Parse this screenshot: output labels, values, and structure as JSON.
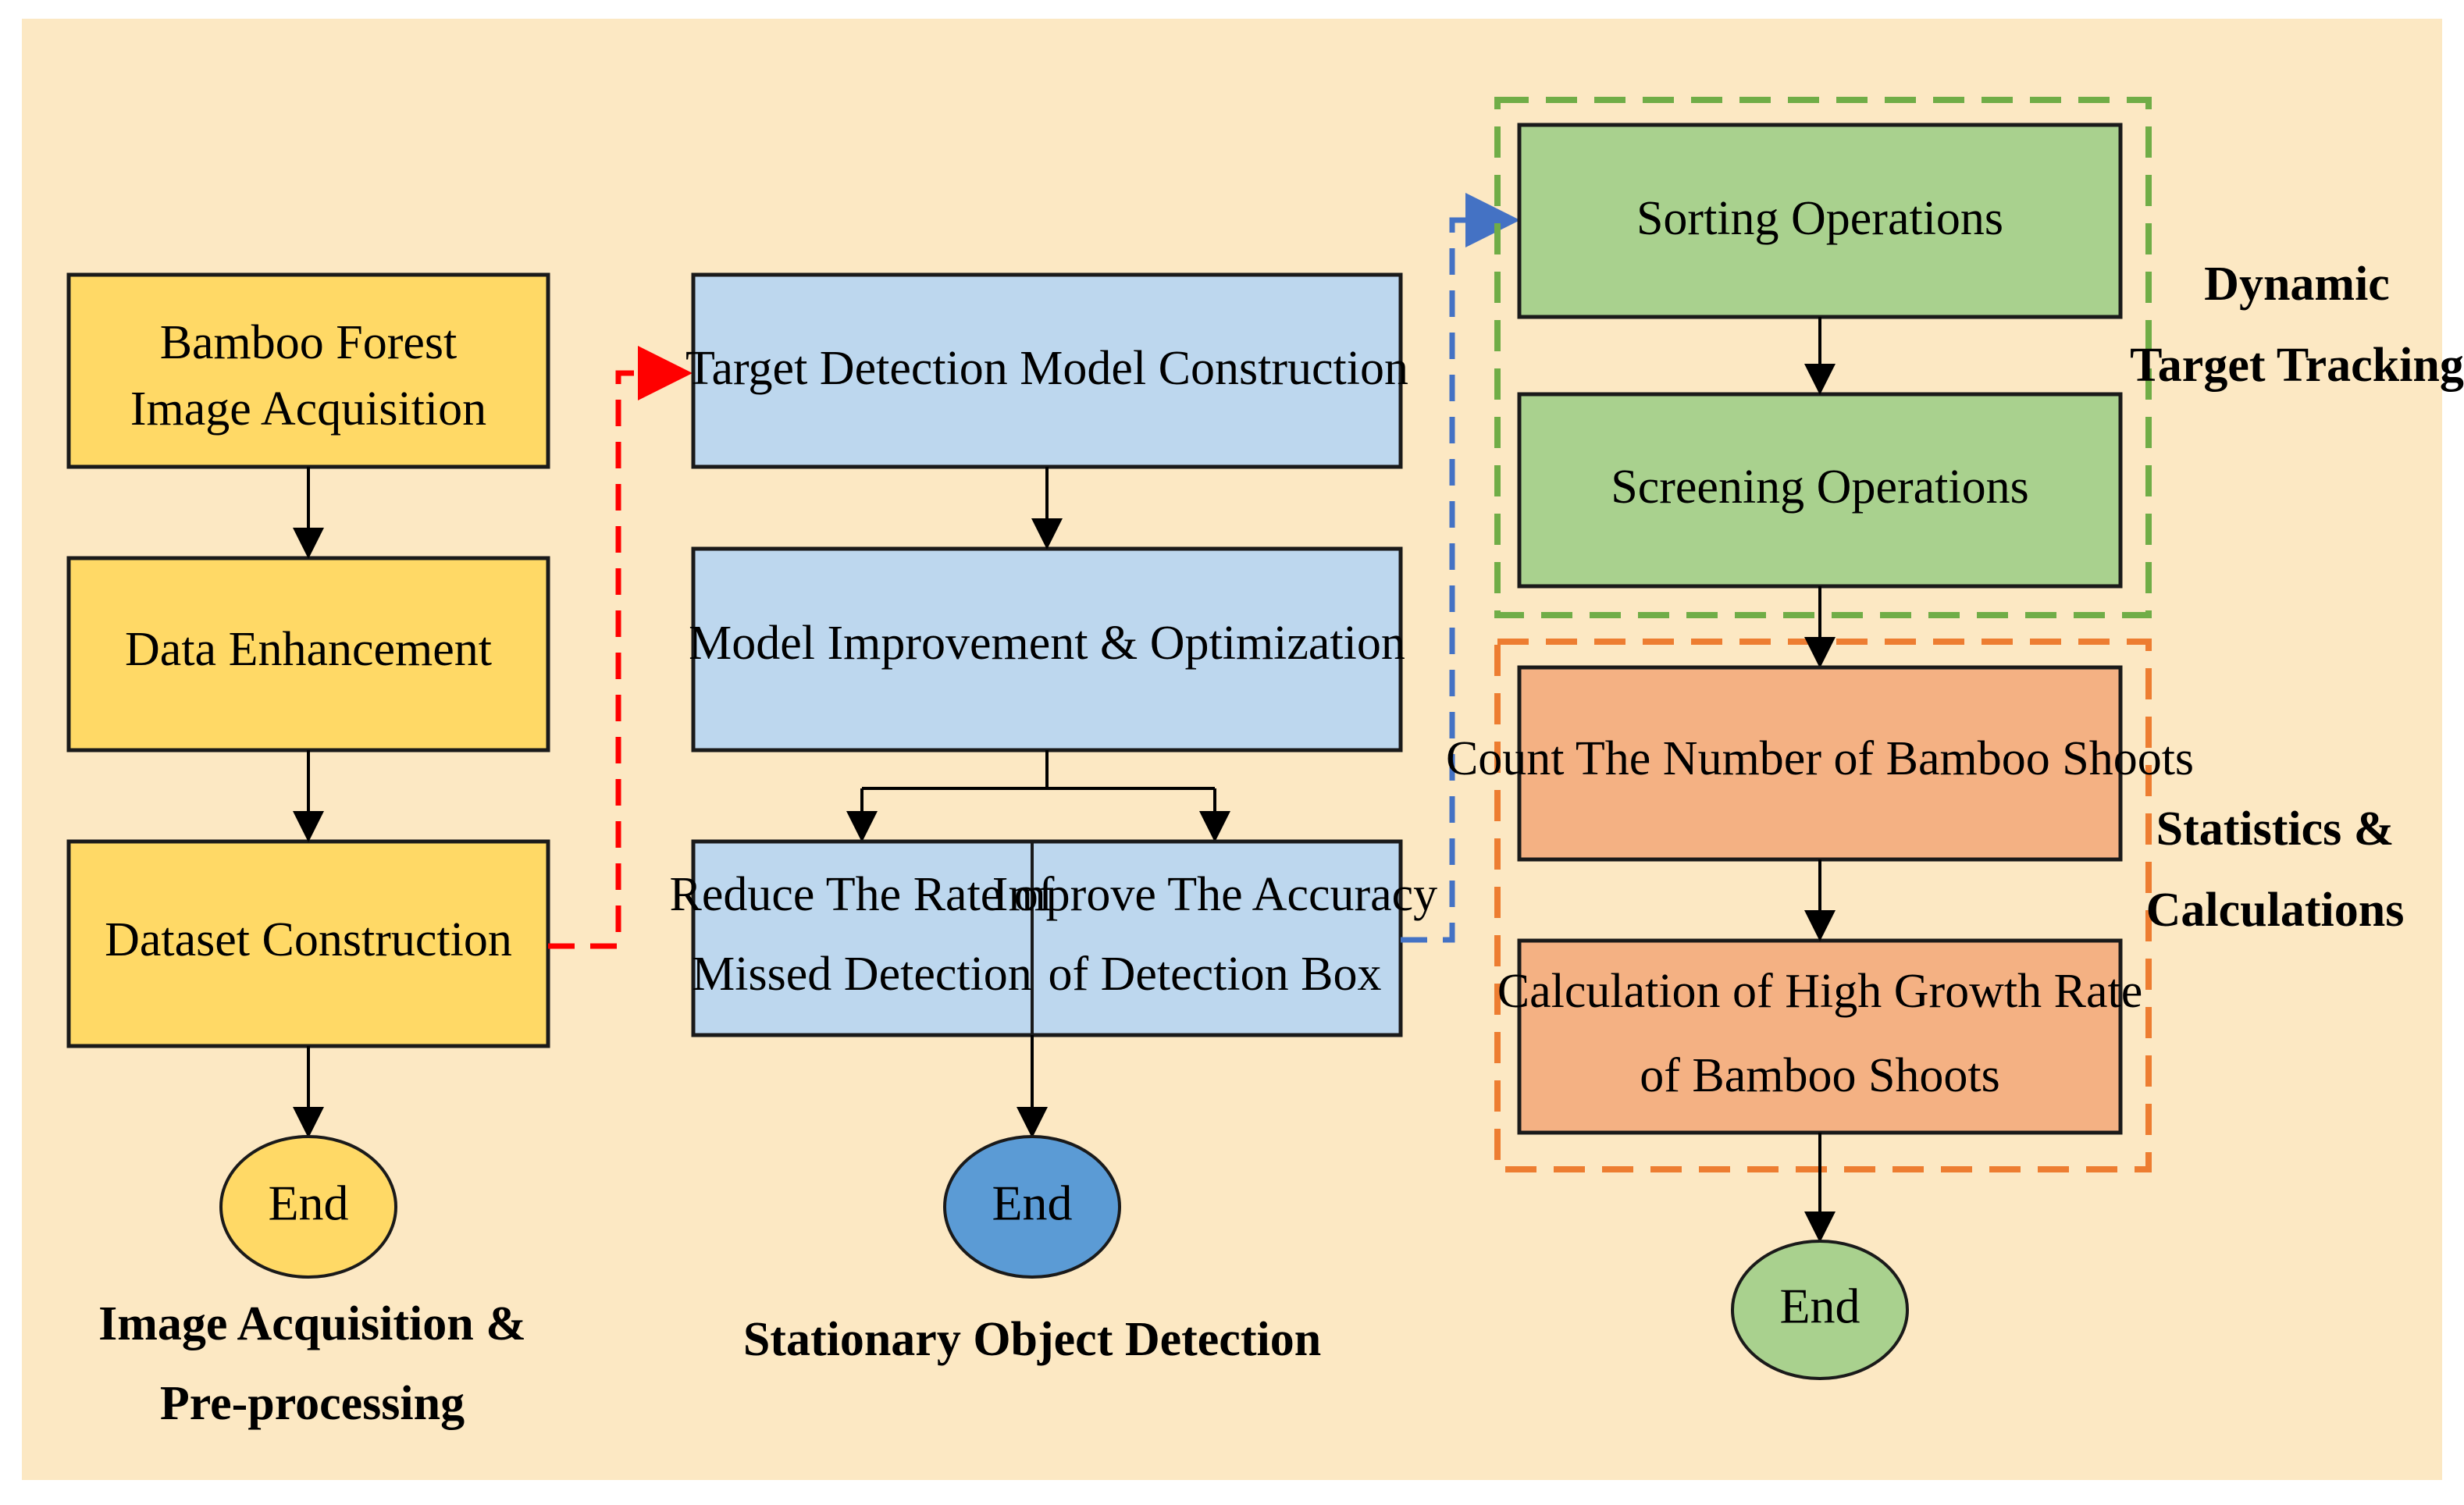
{
  "colors": {
    "background": "#FCE8C3",
    "yellow_box": "#FFD966",
    "blue_box": "#BDD7EE",
    "green_box": "#A9D18E",
    "orange_box": "#F4B183",
    "end_yellow": "#FFD966",
    "end_blue": "#5B9BD5",
    "end_green": "#A9D18E",
    "red_dash": "#FF0000",
    "blue_dash": "#4472C4",
    "green_dash": "#70AD47",
    "orange_dash": "#ED7D31"
  },
  "columns": {
    "acquisition": {
      "title": [
        "Image Acquisition &",
        "Pre-processing"
      ],
      "boxes": [
        [
          "Bamboo Forest",
          "Image Acquisition"
        ],
        [
          "Data Enhancement"
        ],
        [
          "Dataset  Construction"
        ]
      ],
      "end": "End"
    },
    "detection": {
      "title": [
        "Stationary Object Detection"
      ],
      "boxes": [
        [
          "Target Detection Model Construction"
        ],
        [
          "Model Improvement & Optimization"
        ]
      ],
      "split_left": [
        "Reduce The Rate of",
        "Missed Detection"
      ],
      "split_right": [
        "Improve The Accuracy",
        "of Detection Box"
      ],
      "end": "End"
    },
    "tracking": {
      "title": [
        "Dynamic",
        "Target Tracking"
      ],
      "boxes": [
        [
          "Sorting Operations"
        ],
        [
          "Screening Operations"
        ]
      ]
    },
    "statistics": {
      "title": [
        "Statistics &",
        "Calculations"
      ],
      "boxes": [
        [
          "Count The Number of Bamboo Shoots"
        ],
        [
          "Calculation of High Growth Rate",
          "of  Bamboo Shoots"
        ]
      ],
      "end": "End"
    }
  }
}
